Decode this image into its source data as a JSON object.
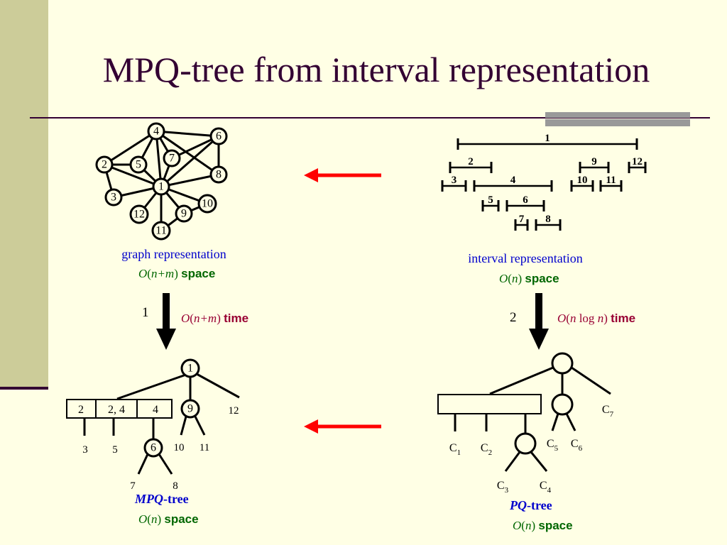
{
  "title": "MPQ-tree from interval representation",
  "colors": {
    "background": "#FFFFE5",
    "sidebar": "#CCCC99",
    "title": "#330033",
    "blue": "#0000CC",
    "green": "#006600",
    "maroon": "#990033",
    "arrow_red": "#FF0000"
  },
  "graph": {
    "nodes": [
      "1",
      "2",
      "3",
      "4",
      "5",
      "6",
      "7",
      "8",
      "9",
      "10",
      "11",
      "12"
    ],
    "edges": [
      [
        "4",
        "6"
      ],
      [
        "4",
        "2"
      ],
      [
        "4",
        "5"
      ],
      [
        "4",
        "1"
      ],
      [
        "4",
        "7"
      ],
      [
        "4",
        "8"
      ],
      [
        "6",
        "7"
      ],
      [
        "6",
        "1"
      ],
      [
        "6",
        "8"
      ],
      [
        "2",
        "5"
      ],
      [
        "2",
        "1"
      ],
      [
        "2",
        "3"
      ],
      [
        "5",
        "1"
      ],
      [
        "7",
        "1"
      ],
      [
        "8",
        "1"
      ],
      [
        "3",
        "1"
      ],
      [
        "1",
        "10"
      ],
      [
        "1",
        "12"
      ],
      [
        "1",
        "11"
      ],
      [
        "1",
        "9"
      ],
      [
        "9",
        "10"
      ],
      [
        "9",
        "11"
      ]
    ],
    "caption": "graph representation",
    "space": {
      "o": "O",
      "arg": "n+m",
      "unit": "space"
    }
  },
  "intervals": {
    "items": [
      "1",
      "2",
      "3",
      "4",
      "5",
      "6",
      "7",
      "8",
      "9",
      "10",
      "11",
      "12"
    ],
    "caption": "interval representation",
    "space": {
      "o": "O",
      "arg": "n",
      "unit": "space"
    }
  },
  "step1": {
    "number": "1",
    "o": "O",
    "arg": "n+m",
    "unit": "time"
  },
  "step2": {
    "number": "2",
    "o": "O",
    "arg1": "n",
    "log": "log",
    "arg2": "n",
    "unit": "time"
  },
  "mpq": {
    "root": "1",
    "sections": [
      "2",
      "2, 4",
      "4"
    ],
    "node9": "9",
    "node6": "6",
    "leaves": {
      "l12": "12",
      "l3": "3",
      "l5": "5",
      "l10": "10",
      "l11": "11",
      "l7": "7",
      "l8": "8"
    },
    "caption_italic": "MPQ",
    "caption_rest": "-tree",
    "space": {
      "o": "O",
      "arg": "n",
      "unit": "space"
    }
  },
  "pq": {
    "leaves": [
      {
        "c": "C",
        "s": "1"
      },
      {
        "c": "C",
        "s": "2"
      },
      {
        "c": "C",
        "s": "3"
      },
      {
        "c": "C",
        "s": "4"
      },
      {
        "c": "C",
        "s": "5"
      },
      {
        "c": "C",
        "s": "6"
      },
      {
        "c": "C",
        "s": "7"
      }
    ],
    "caption_italic": "PQ",
    "caption_rest": "-tree",
    "space": {
      "o": "O",
      "arg": "n",
      "unit": "space"
    }
  }
}
